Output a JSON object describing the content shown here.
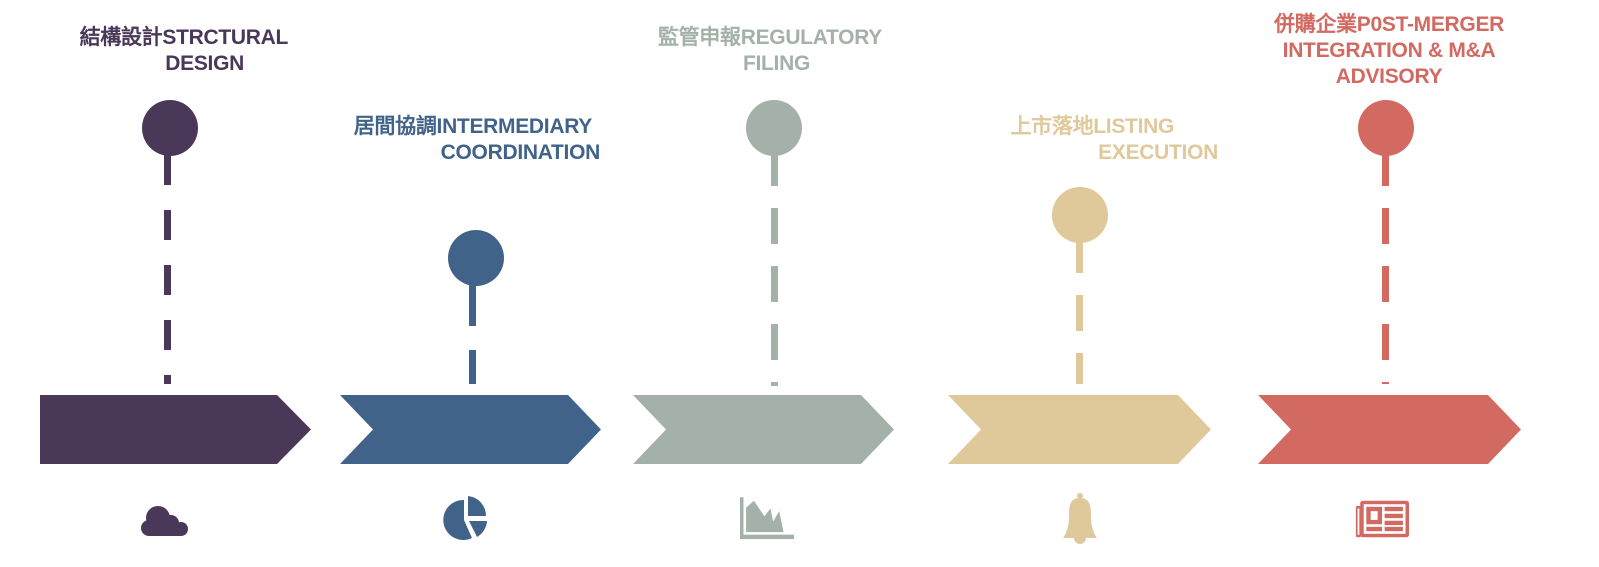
{
  "colors": {
    "purple": "#4a3859",
    "blue": "#416389",
    "sage": "#a3b1a8",
    "tan": "#dfc99b",
    "red": "#d26a62"
  },
  "steps": [
    {
      "line1": "結構設計STRCTURAL",
      "line2": "DESIGN",
      "icon": "cloud-icon"
    },
    {
      "line1": "居間協調INTERMEDIARY",
      "line2": "COORDINATION",
      "icon": "pie-chart-icon"
    },
    {
      "line1": "監管申報REGULATORY",
      "line2": "FILING",
      "icon": "area-chart-icon"
    },
    {
      "line1": "上市落地LISTING",
      "line2": "EXECUTION",
      "icon": "bell-icon"
    },
    {
      "line1": "併購企業P0ST-MERGER",
      "line2": "INTEGRATION & M&A",
      "line3": "ADVISORY",
      "icon": "newspaper-icon"
    }
  ]
}
